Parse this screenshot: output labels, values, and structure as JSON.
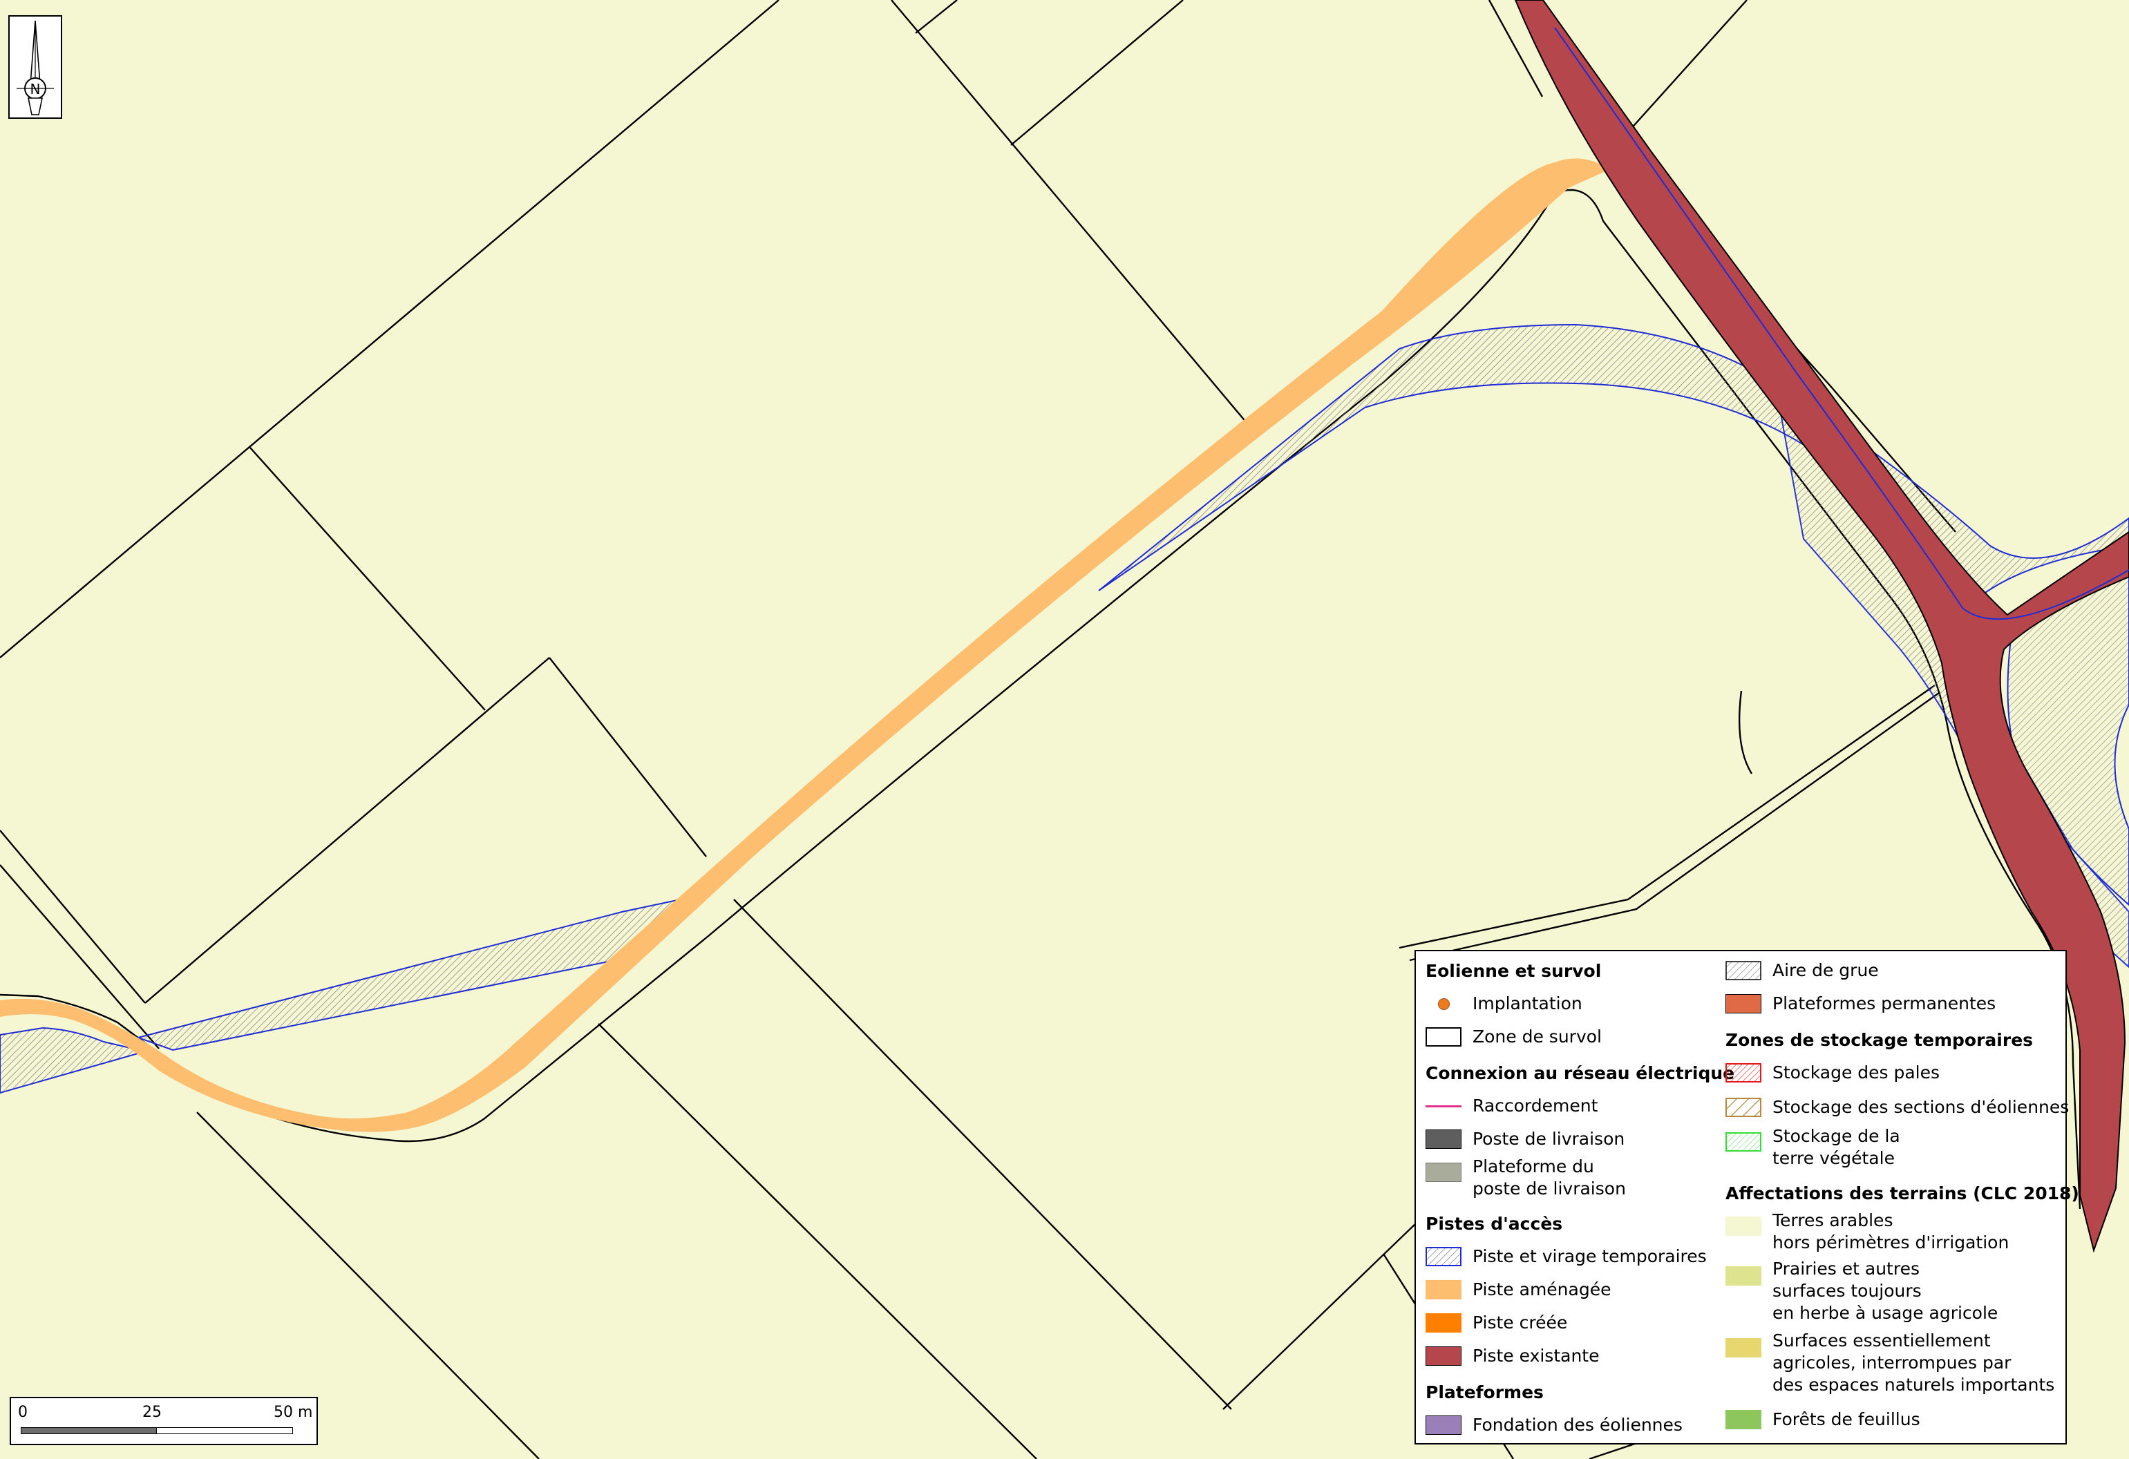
{
  "legend": {
    "sections": [
      {
        "title": "Eolienne et survol",
        "items": [
          {
            "label": "Implantation",
            "symbol": "dot",
            "color": "#ee7a1e"
          },
          {
            "label": "Zone de survol",
            "symbol": "outline",
            "color": "#ffffff"
          }
        ]
      },
      {
        "title": "Connexion au réseau électrique",
        "items": [
          {
            "label": "Raccordement",
            "symbol": "line",
            "color": "#e0308c"
          },
          {
            "label": "Poste de livraison",
            "symbol": "fill",
            "color": "#5e5e5e"
          },
          {
            "label": "Plateforme du poste de livraison",
            "symbol": "fill",
            "color": "#a9ab9b",
            "lines": [
              "Plateforme du",
              "poste de livraison"
            ]
          }
        ]
      },
      {
        "title": "Pistes d'accès",
        "items": [
          {
            "label": "Piste et virage temporaires",
            "symbol": "hatch-blue",
            "color": "#1f2bd6"
          },
          {
            "label": "Piste aménagée",
            "symbol": "fill",
            "color": "#fdbf6f"
          },
          {
            "label": "Piste créée",
            "symbol": "fill",
            "color": "#ff7f00"
          },
          {
            "label": "Piste existante",
            "symbol": "fill",
            "color": "#b5464b"
          }
        ]
      },
      {
        "title": "Plateformes",
        "items": [
          {
            "label": "Fondation des éoliennes",
            "symbol": "fill",
            "color": "#9a7fb8"
          },
          {
            "label": "Aire de grue",
            "symbol": "hatch-grey",
            "color": "#d7d7d7"
          },
          {
            "label": "Plateformes permanentes",
            "symbol": "fill",
            "color": "#e06a46"
          }
        ]
      },
      {
        "title": "Zones de stockage temporaires",
        "items": [
          {
            "label": "Stockage des pales",
            "symbol": "hatch-red",
            "color": "#e31a1c"
          },
          {
            "label": "Stockage des sections d'éoliennes",
            "symbol": "hatch-brown",
            "color": "#b58a3c"
          },
          {
            "label": "Stockage de la terre végétale",
            "symbol": "hatch-green",
            "color": "#33dd33",
            "lines": [
              "Stockage de la",
              "terre végétale"
            ]
          }
        ]
      },
      {
        "title": "Affectations des terrains (CLC 2018)",
        "items": [
          {
            "label": "Terres arables hors périmètres d'irrigation",
            "symbol": "fill",
            "color": "#f5f6d2",
            "lines": [
              "Terres arables",
              "hors périmètres d'irrigation"
            ]
          },
          {
            "label": "Prairies et autres surfaces toujours en herbe à usage agricole",
            "symbol": "fill",
            "color": "#dde38e",
            "lines": [
              "Prairies et autres",
              "surfaces toujours",
              "en herbe à usage agricole"
            ]
          },
          {
            "label": "Surfaces essentiellement agricoles, interrompues par des espaces naturels importants",
            "symbol": "fill",
            "color": "#e8d66e",
            "lines": [
              "Surfaces essentiellement",
              "agricoles, interrompues par",
              "des espaces naturels importants"
            ]
          },
          {
            "label": "Forêts de feuillus",
            "symbol": "fill",
            "color": "#8cc65c"
          }
        ]
      }
    ]
  },
  "scale_bar": {
    "labels": [
      "0",
      "25",
      "50 m"
    ]
  },
  "north_arrow": {
    "label": "N"
  },
  "colors": {
    "background": "#f5f6d2",
    "parcel_line": "#000000",
    "piste_amenagee": "#fdbf6f",
    "piste_existante": "#b5464b",
    "temporary_outline": "#1f2bd6",
    "crane_hatch": "#a0a0a0"
  }
}
